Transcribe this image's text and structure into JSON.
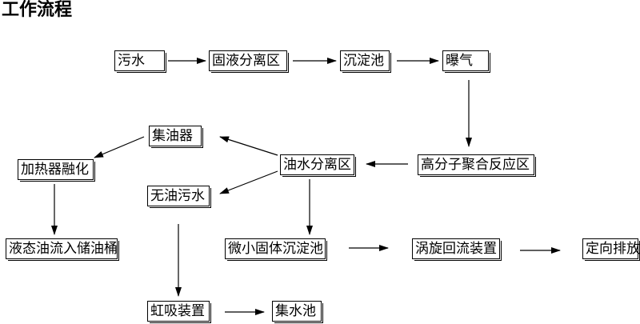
{
  "title": "工作流程",
  "nodes": {
    "wushui": "污水",
    "guyefenliqu": "固液分离区",
    "chendianchi": "沉淀池",
    "puqi": "曝气",
    "gaofenzi": "高分子聚合反应区",
    "youshuifenliqu": "油水分离区",
    "jiyouqi": "集油器",
    "jiareqi": "加热器融化",
    "yetaiyou": "液态油流入储油桶",
    "wuyouwushui": "无油污水",
    "weixiaoguti": "微小固体沉淀池",
    "woxuanhuiliu": "涡旋回流装置",
    "dingxiangpaifang": "定向排放",
    "hongxizhuangzhi": "虹吸装置",
    "jishuichi": "集水池"
  }
}
